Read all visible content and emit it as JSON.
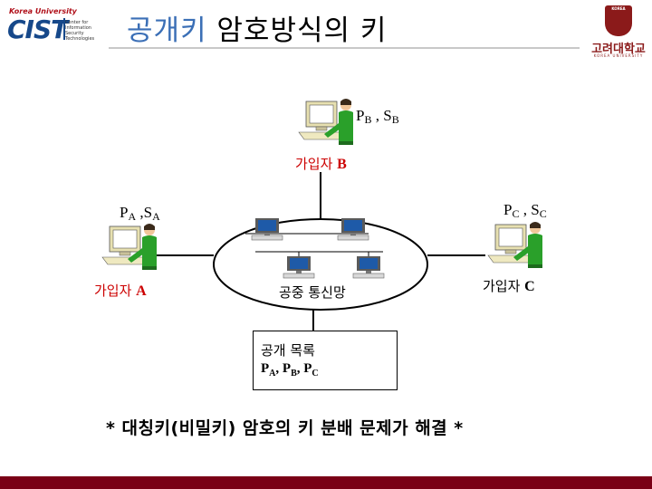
{
  "header": {
    "logo_small": "Korea University",
    "logo_main": "CIST",
    "logo_sub": "Center for Information Security Technologies",
    "title_highlight": "공개키",
    "title_rest": " 암호방식의 키",
    "univ_shield": "KOREA",
    "univ_name": "고려대학교",
    "univ_eng": "KOREA UNIVERSITY"
  },
  "users": {
    "b": {
      "caption_prefix": "가입자 ",
      "caption_letter": "B",
      "p": "P",
      "p_sub": "B",
      "s": "S",
      "s_sub": "B",
      "sep": " , "
    },
    "a": {
      "caption_prefix": "가입자 ",
      "caption_letter": "A",
      "p": "P",
      "p_sub": "A",
      "s": "S",
      "s_sub": "A",
      "sep": " ,"
    },
    "c": {
      "caption_prefix": "가입자 ",
      "caption_letter": "C",
      "p": "P",
      "p_sub": "C",
      "s": "S",
      "s_sub": "C",
      "sep": " , "
    }
  },
  "network": {
    "label": "공중 통신망"
  },
  "directory": {
    "title": "공개 목록",
    "p": "P",
    "sub_a": "A",
    "sub_b": "B",
    "sub_c": "C",
    "sep": ", "
  },
  "bottom": {
    "text": "* 대칭키(비밀키) 암호의 키 분배 문제가 해결 *"
  },
  "colors": {
    "title_highlight": "#3b6fb6",
    "footer": "#7a0016",
    "person_shirt": "#2aa02a"
  }
}
